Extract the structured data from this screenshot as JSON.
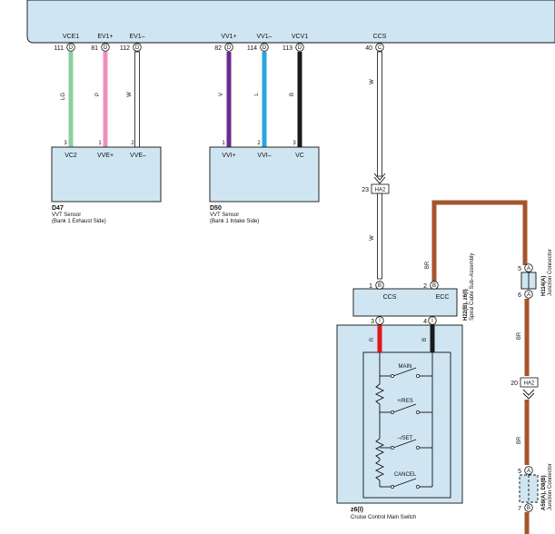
{
  "ecm_pins": [
    {
      "name": "VCE1",
      "pin": "111",
      "letter": "D"
    },
    {
      "name": "EV1+",
      "pin": "81",
      "letter": "D"
    },
    {
      "name": "EV1–",
      "pin": "112",
      "letter": "D"
    },
    {
      "name": "VV1+",
      "pin": "82",
      "letter": "D"
    },
    {
      "name": "VV1–",
      "pin": "114",
      "letter": "D"
    },
    {
      "name": "VCV1",
      "pin": "113",
      "letter": "D"
    },
    {
      "name": "CCS",
      "pin": "40",
      "letter": "C"
    }
  ],
  "wire_colors": {
    "lg": {
      "code": "LG",
      "hex": "#8ccf9f"
    },
    "p": {
      "code": "P",
      "hex": "#f08fbf"
    },
    "w": {
      "code": "W",
      "hex": "#ffffff"
    },
    "v": {
      "code": "V",
      "hex": "#6a2c8f"
    },
    "l": {
      "code": "L",
      "hex": "#2aa6df"
    },
    "b": {
      "code": "B",
      "hex": "#1a1a1a"
    },
    "r": {
      "code": "R",
      "hex": "#e0161b"
    },
    "br": {
      "code": "BR",
      "hex": "#a4552d"
    }
  },
  "d47": {
    "code": "D47",
    "name": "VVT Sensor",
    "sub": "(Bank 1 Exhaust Side)",
    "pins": [
      {
        "num": "3",
        "label": "VC2"
      },
      {
        "num": "1",
        "label": "VVE+"
      },
      {
        "num": "2",
        "label": "VVE–"
      }
    ]
  },
  "d50": {
    "code": "D50",
    "name": "VVT Sensor",
    "sub": "(Bank 1 Intake Side)",
    "pins": [
      {
        "num": "1",
        "label": "VVI+"
      },
      {
        "num": "2",
        "label": "VVI–"
      },
      {
        "num": "3",
        "label": "VC"
      }
    ]
  },
  "ha2_a": {
    "num": "23",
    "label": "HA2"
  },
  "ha2_b": {
    "num": "20",
    "label": "HA2"
  },
  "spiral": {
    "code": "H22(B), z6(I)",
    "name": "Spiral Cable Sub–Assembly",
    "pin_ccs": {
      "num": "1",
      "letter": "B",
      "label": "CCS"
    },
    "pin_ecc": {
      "num": "2",
      "letter": "B",
      "label": "ECC"
    },
    "out_a": {
      "num": "3",
      "letter": "I"
    },
    "out_b": {
      "num": "4",
      "letter": "I"
    }
  },
  "junction_1": {
    "code": "H114(A)",
    "name": "Junction Connector",
    "pin_top": {
      "num": "5",
      "letter": "A"
    },
    "pin_bot": {
      "num": "6",
      "letter": "A"
    }
  },
  "junction_2": {
    "code": "A59(A), D8(B)",
    "name": "Junction Connector",
    "pin_top": {
      "num": "5",
      "letter": "A"
    },
    "pin_bot": {
      "num": "7",
      "letter": "B"
    }
  },
  "cruise_switch": {
    "code": "z6(I)",
    "name": "Cruise Control Main Switch",
    "switches": [
      "MAIN",
      "+/RES",
      "–/SET",
      "CANCEL"
    ]
  }
}
